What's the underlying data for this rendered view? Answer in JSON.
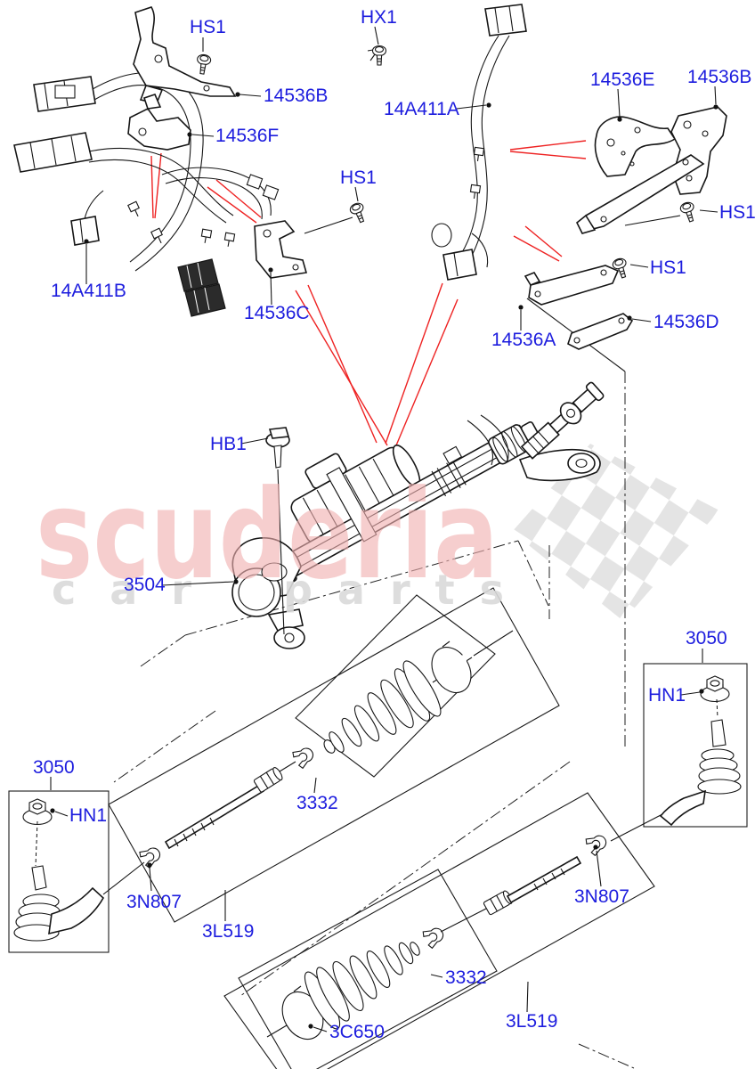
{
  "diagram_title": "Steering gear exploded parts diagram",
  "watermark": {
    "brand": "scuderia",
    "sub1": "car",
    "sub2": "parts"
  },
  "colors": {
    "label_blue": "#1d1dde",
    "line_black": "#161616",
    "arrow_red": "#ee2222",
    "watermark_pink": "#f0b0b0",
    "watermark_gray": "#d9d9d9",
    "flag_gray": "#e3e3e3",
    "background": "#ffffff"
  },
  "labels": [
    {
      "id": "hs1-top-left",
      "text": "HS1"
    },
    {
      "id": "14536b-left",
      "text": "14536B"
    },
    {
      "id": "14536f",
      "text": "14536F"
    },
    {
      "id": "hx1",
      "text": "HX1"
    },
    {
      "id": "14a411a",
      "text": "14A411A"
    },
    {
      "id": "14536e",
      "text": "14536E"
    },
    {
      "id": "14536b-right",
      "text": "14536B"
    },
    {
      "id": "hs1-right-upper",
      "text": "HS1"
    },
    {
      "id": "hs1-mid-left",
      "text": "HS1"
    },
    {
      "id": "hs1-right-lower",
      "text": "HS1"
    },
    {
      "id": "14536a",
      "text": "14536A"
    },
    {
      "id": "14536d",
      "text": "14536D"
    },
    {
      "id": "14a411b",
      "text": "14A411B"
    },
    {
      "id": "14536c",
      "text": "14536C"
    },
    {
      "id": "hb1",
      "text": "HB1"
    },
    {
      "id": "3504",
      "text": "3504"
    },
    {
      "id": "3050-right",
      "text": "3050"
    },
    {
      "id": "hn1-right",
      "text": "HN1"
    },
    {
      "id": "3050-left",
      "text": "3050"
    },
    {
      "id": "hn1-left",
      "text": "HN1"
    },
    {
      "id": "3n807-left",
      "text": "3N807"
    },
    {
      "id": "3l519-left",
      "text": "3L519"
    },
    {
      "id": "3332-mid",
      "text": "3332"
    },
    {
      "id": "3n807-right",
      "text": "3N807"
    },
    {
      "id": "3332-bottom",
      "text": "3332"
    },
    {
      "id": "3c650",
      "text": "3C650"
    },
    {
      "id": "3l519-bottom",
      "text": "3L519"
    }
  ]
}
